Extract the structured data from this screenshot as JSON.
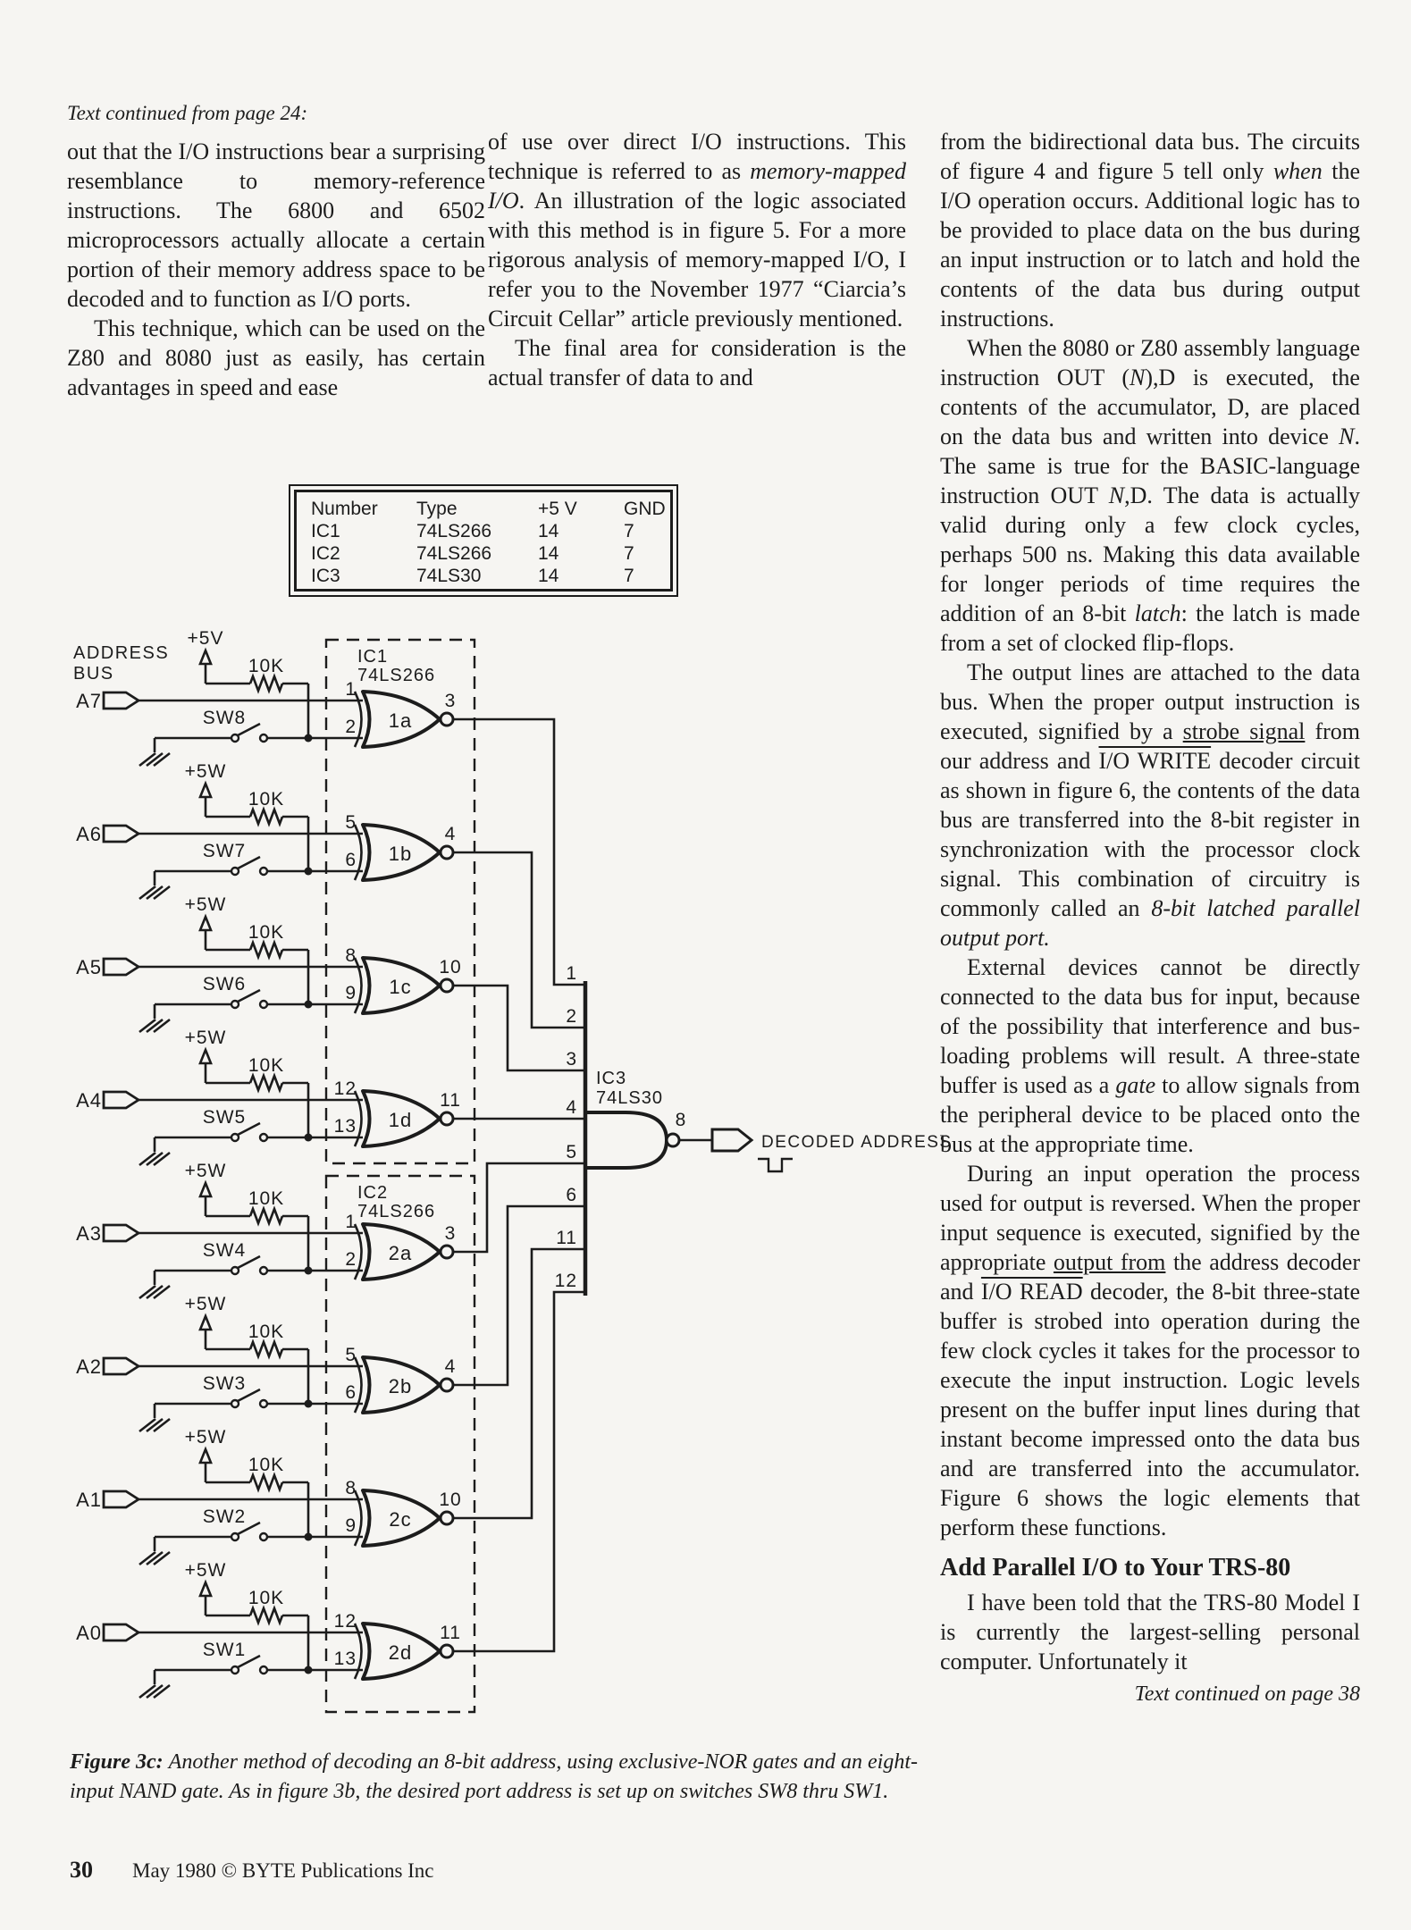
{
  "colors": {
    "paper": "#f6f5f2",
    "ink": "#1c1c1c"
  },
  "page": {
    "number": "30",
    "footer": "May 1980 © BYTE Publications Inc"
  },
  "columns": {
    "left": {
      "leader": "Text continued from page 24:",
      "paras": [
        {
          "indent": false,
          "seg": [
            {
              "t": "out that the I/O instructions bear a surprising resemblance to memory-reference instructions. The 6800 and 6502 microprocessors actually allocate a certain portion of their memory address space to be decoded and to function as I/O ports."
            }
          ]
        },
        {
          "indent": true,
          "seg": [
            {
              "t": "This technique, which can be used on the Z80 and 8080 just as easily, has certain advantages in speed and ease"
            }
          ]
        }
      ]
    },
    "middle": {
      "paras": [
        {
          "indent": false,
          "seg": [
            {
              "t": "of use over direct I/O instructions. This technique is referred to as "
            },
            {
              "t": "memory-mapped I/O",
              "s": "i"
            },
            {
              "t": ". An illustration of the logic associated with this method is in figure 5. For a more rigorous analysis of memory-mapped I/O, I refer you to the November 1977 “Ciarcia’s Circuit Cellar” article previously mentioned."
            }
          ]
        },
        {
          "indent": true,
          "seg": [
            {
              "t": "The final area for consideration is the actual transfer of data to and"
            }
          ]
        }
      ]
    },
    "right": {
      "paras1": [
        {
          "indent": false,
          "seg": [
            {
              "t": "from the bidirectional data bus. The circuits of figure 4 and figure 5 tell only "
            },
            {
              "t": "when",
              "s": "i"
            },
            {
              "t": " the I/O operation occurs. Additional logic has to be provided to place data on the bus during an input instruction or to latch and hold the contents of the data bus during output instructions."
            }
          ]
        },
        {
          "indent": true,
          "seg": [
            {
              "t": "When the 8080 or Z80 assembly language instruction OUT ("
            },
            {
              "t": "N",
              "s": "i"
            },
            {
              "t": "),D is executed, the contents of the accumulator, D, are placed on the data bus and written into device "
            },
            {
              "t": "N",
              "s": "i"
            },
            {
              "t": ". The same is true for the BASIC-language instruction OUT "
            },
            {
              "t": "N",
              "s": "i"
            },
            {
              "t": ",D. The data is actually valid during only a few clock cycles, perhaps 500 ns. Making this data available for longer periods of time requires the addition of an 8-bit "
            },
            {
              "t": "latch",
              "s": "i"
            },
            {
              "t": ": the latch is made from a set of clocked flip-flops."
            }
          ]
        },
        {
          "indent": true,
          "seg": [
            {
              "t": "The output lines are attached to the data bus. When the proper output instruction is executed, signified by a "
            },
            {
              "t": "strobe signal",
              "s": "u"
            },
            {
              "t": " from our address and "
            },
            {
              "t": "I/O WRITE",
              "s": "o"
            },
            {
              "t": " decoder circuit as shown in figure 6, the contents of the data bus are transferred into the 8-bit register in synchronization with the processor clock signal. This combination of circuitry is commonly called an "
            },
            {
              "t": "8-bit latched parallel output port.",
              "s": "i"
            }
          ]
        },
        {
          "indent": true,
          "seg": [
            {
              "t": "External devices cannot be directly connected to the data bus for input, because of the possibility that interference and bus-loading problems will result. A three-state buffer is used as a "
            },
            {
              "t": "gate",
              "s": "i"
            },
            {
              "t": " to allow signals from the peripheral device to be placed onto the bus at the appropriate time."
            }
          ]
        },
        {
          "indent": true,
          "seg": [
            {
              "t": "During an input operation the process used for output is reversed. When the proper input sequence is executed, signified by the appropriate "
            },
            {
              "t": "output from",
              "s": "u"
            },
            {
              "t": " the address decoder and "
            },
            {
              "t": "I/O READ",
              "s": "o"
            },
            {
              "t": " decoder, the 8-bit three-state buffer is strobed into operation during the few clock cycles it takes for the processor to execute the input instruction. Logic levels present on the buffer input lines during that instant become impressed onto the data bus and are transferred into the accumulator. Figure 6 shows the logic elements that perform these functions."
            }
          ]
        }
      ],
      "heading": "Add Parallel I/O to Your TRS-80",
      "paras2": [
        {
          "indent": true,
          "seg": [
            {
              "t": "I have been told that the TRS-80 Model I is currently the largest-selling personal computer. Unfortunately it"
            }
          ]
        }
      ],
      "continued": "Text continued on page 38"
    }
  },
  "table": {
    "headers": [
      "Number",
      "Type",
      "+5 V",
      "GND"
    ],
    "rows": [
      [
        "IC1",
        "74LS266",
        "14",
        "7"
      ],
      [
        "IC2",
        "74LS266",
        "14",
        "7"
      ],
      [
        "IC3",
        "74LS30",
        "14",
        "7"
      ]
    ]
  },
  "figure": {
    "caption_label": "Figure 3c:",
    "caption_text": "Another method of decoding an 8-bit address, using exclusive-NOR gates and an eight-input NAND gate. As in figure 3b, the desired port address is set up on switches SW8 thru SW1."
  },
  "circuit": {
    "bus_label": [
      "ADDRESS",
      "BUS"
    ],
    "ic1_label": [
      "IC1",
      "74LS266"
    ],
    "ic2_label": [
      "IC2",
      "74LS266"
    ],
    "ic3_label": [
      "IC3",
      "74LS30"
    ],
    "nand_output_pin": "8",
    "output_label": "DECODED ADDRESS",
    "stages": [
      {
        "address": "A7",
        "switch": "SW8",
        "gate": "1a",
        "pull": "+5V",
        "resistor": "10K",
        "pin_in1": "1",
        "pin_in2": "2",
        "pin_out": "3",
        "nand_pin": "1"
      },
      {
        "address": "A6",
        "switch": "SW7",
        "gate": "1b",
        "pull": "+5W",
        "resistor": "10K",
        "pin_in1": "5",
        "pin_in2": "6",
        "pin_out": "4",
        "nand_pin": "2"
      },
      {
        "address": "A5",
        "switch": "SW6",
        "gate": "1c",
        "pull": "+5W",
        "resistor": "10K",
        "pin_in1": "8",
        "pin_in2": "9",
        "pin_out": "10",
        "nand_pin": "3"
      },
      {
        "address": "A4",
        "switch": "SW5",
        "gate": "1d",
        "pull": "+5W",
        "resistor": "10K",
        "pin_in1": "12",
        "pin_in2": "13",
        "pin_out": "11",
        "nand_pin": "4"
      },
      {
        "address": "A3",
        "switch": "SW4",
        "gate": "2a",
        "pull": "+5W",
        "resistor": "10K",
        "pin_in1": "1",
        "pin_in2": "2",
        "pin_out": "3",
        "nand_pin": "5"
      },
      {
        "address": "A2",
        "switch": "SW3",
        "gate": "2b",
        "pull": "+5W",
        "resistor": "10K",
        "pin_in1": "5",
        "pin_in2": "6",
        "pin_out": "4",
        "nand_pin": "6"
      },
      {
        "address": "A1",
        "switch": "SW2",
        "gate": "2c",
        "pull": "+5W",
        "resistor": "10K",
        "pin_in1": "8",
        "pin_in2": "9",
        "pin_out": "10",
        "nand_pin": "11"
      },
      {
        "address": "A0",
        "switch": "SW1",
        "gate": "2d",
        "pull": "+5W",
        "resistor": "10K",
        "pin_in1": "12",
        "pin_in2": "13",
        "pin_out": "11",
        "nand_pin": "12"
      }
    ]
  }
}
